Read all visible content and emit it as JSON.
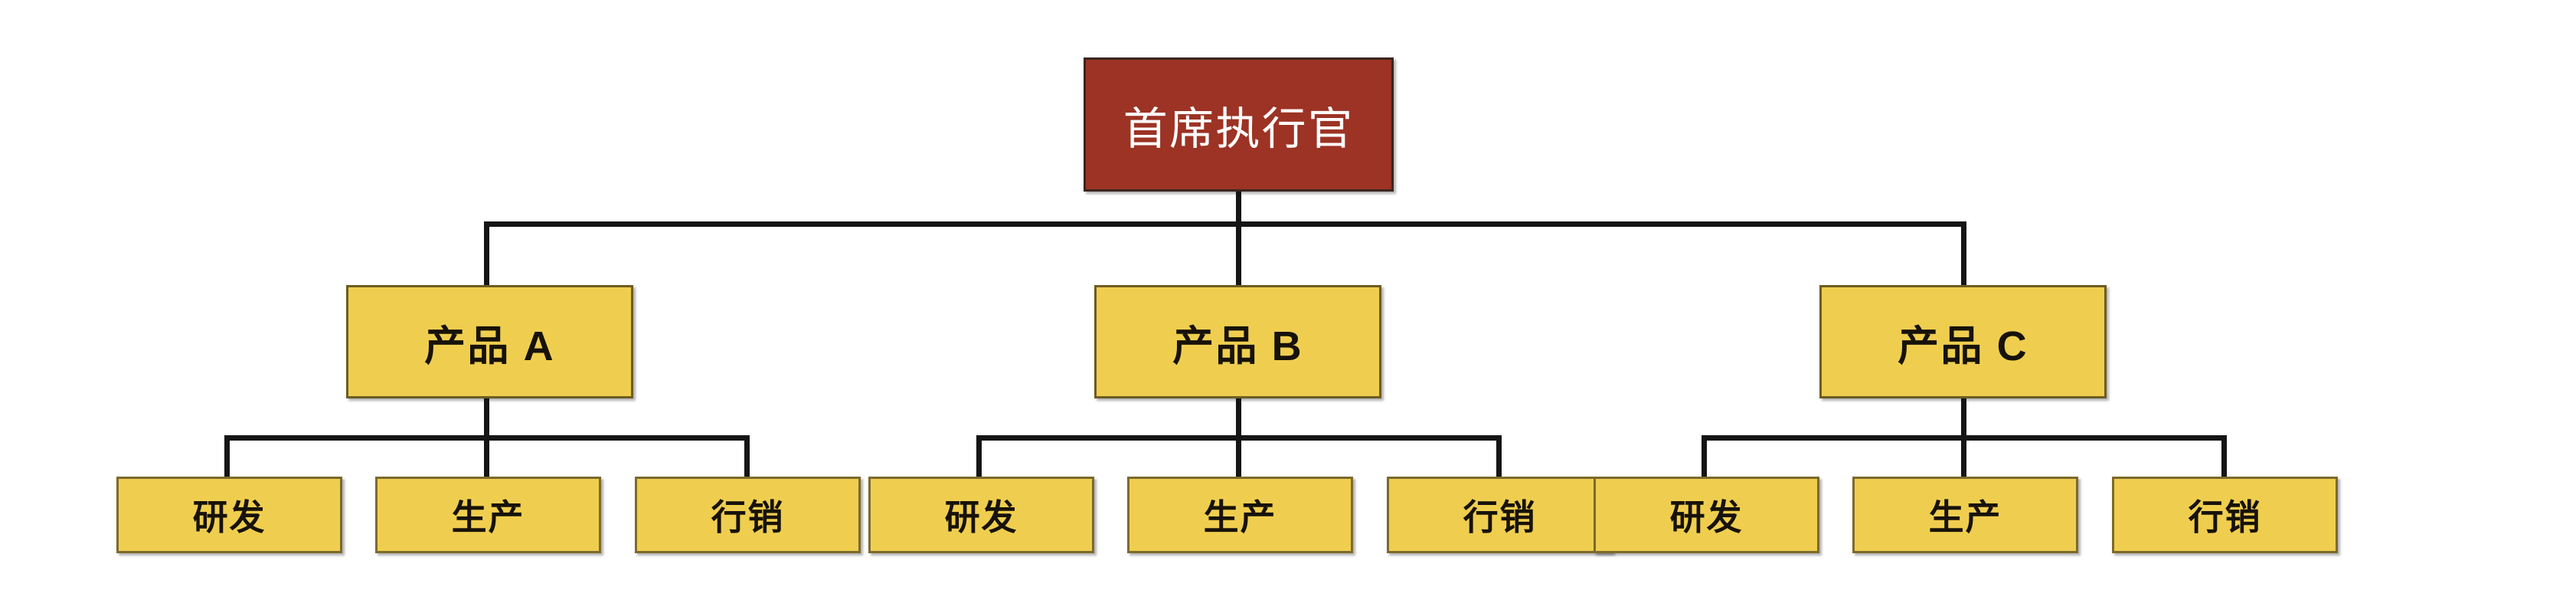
{
  "diagram": {
    "type": "organizational-chart",
    "title_text": "",
    "background_color": "#ffffff",
    "colors": {
      "root_fill": "#9C3324",
      "root_text": "#ffffff",
      "root_border": "#3a2520",
      "node_fill": "#EFCE4F",
      "node_text": "#17120a",
      "node_border": "#6e5c22",
      "connector": "#151515"
    }
  },
  "root": {
    "label": "首席执行官"
  },
  "branches": [
    {
      "label": "产品 A",
      "children": [
        {
          "label": "研发"
        },
        {
          "label": "生产"
        },
        {
          "label": "行销"
        }
      ]
    },
    {
      "label": "产品 B",
      "children": [
        {
          "label": "研发"
        },
        {
          "label": "生产"
        },
        {
          "label": "行销"
        }
      ]
    },
    {
      "label": "产品 C",
      "children": [
        {
          "label": "研发"
        },
        {
          "label": "生产"
        },
        {
          "label": "行销"
        }
      ]
    }
  ]
}
